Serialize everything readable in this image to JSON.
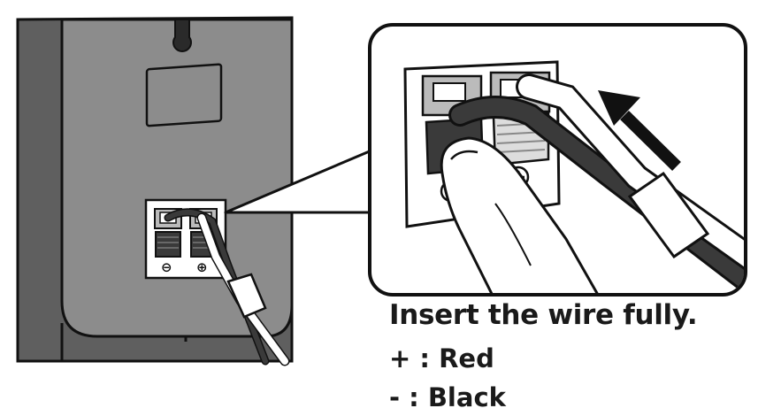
{
  "instruction": {
    "main": "Insert the wire fully.",
    "positive": "+ : Red",
    "negative": "- : Black"
  },
  "terminal_symbols": {
    "minus": "⊖",
    "plus": "⊕"
  },
  "colors": {
    "speaker_body": "#8a8a8a",
    "speaker_side": "#5a5a5a",
    "outline": "#111111",
    "wire_dark": "#3a3a3a",
    "wire_light": "#ffffff"
  }
}
